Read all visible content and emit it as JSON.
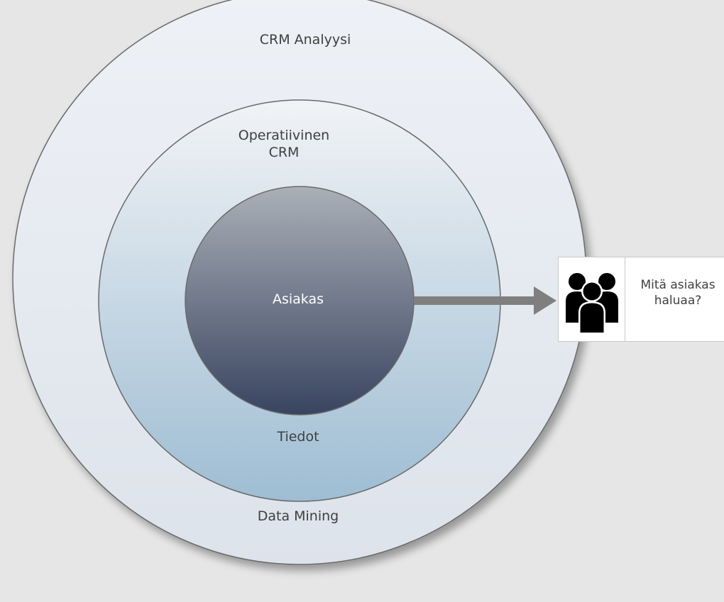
{
  "diagram": {
    "outer_label": "CRM Analyysi",
    "middle_label_line1": "Operatiivinen",
    "middle_label_line2": "CRM",
    "center_label": "Asiakas",
    "inner_bottom_label": "Tiedot",
    "outer_bottom_label": "Data Mining"
  },
  "callout": {
    "text_line1": "Mitä asiakas",
    "text_line2": "haluaa?",
    "icon": "people-group-icon"
  },
  "colors": {
    "background": "#e8e8e8",
    "outer_ring": "#e4e9f0",
    "middle_ring_top": "#eef1f5",
    "middle_ring_bottom": "#9fbdd3",
    "center_top": "#a9afb6",
    "center_bottom": "#3a4560",
    "arrow": "#7f7f7f"
  }
}
